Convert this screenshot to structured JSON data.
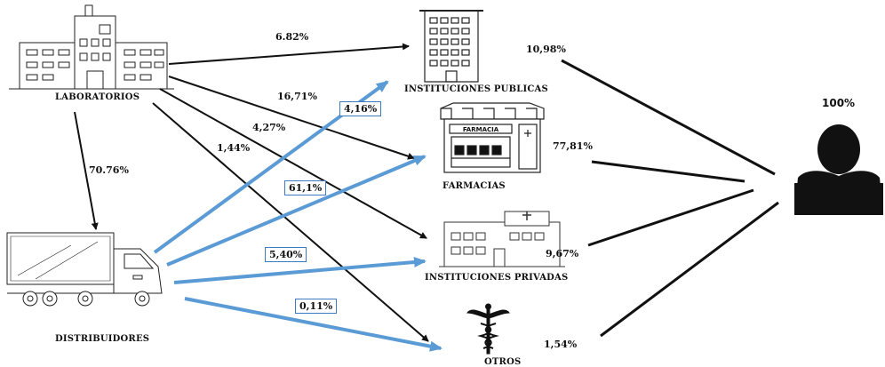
{
  "nodes": {
    "laboratorios": "LABORATORIOS",
    "distribuidores": "DISTRIBUIDORES",
    "instituciones_publicas": "INSTITUCIONES PUBLICAS",
    "farmacias": "FARMACIAS",
    "instituciones_privadas": "INSTITUCIONES PRIVADAS",
    "otros": "OTROS"
  },
  "sign_text": "FARMACIA",
  "total_label": "100%",
  "flows_from_laboratorios": {
    "to_instituciones_publicas": "6.82%",
    "to_farmacias": "16,71%",
    "to_instituciones_privadas": "4,27%",
    "to_otros": "1,44%",
    "to_distribuidores": "70.76%"
  },
  "flows_from_distribuidores": {
    "to_instituciones_publicas": "4,16%",
    "to_farmacias": "61,1%",
    "to_instituciones_privadas": "5,40%",
    "to_otros": "0,11%"
  },
  "flows_to_consumer": {
    "instituciones_publicas": "10,98%",
    "farmacias": "77,81%",
    "instituciones_privadas": "9,67%",
    "otros": "1,54%"
  },
  "colors": {
    "black_arrow": "#111111",
    "blue_arrow": "#5b9bd5",
    "box_border": "#3d7cc4",
    "icon_fill": "#111111"
  }
}
